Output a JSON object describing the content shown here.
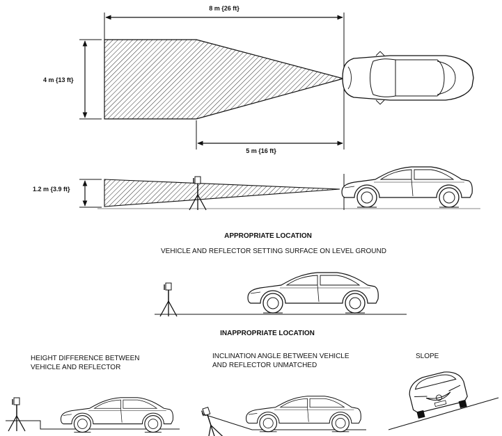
{
  "top_view": {
    "length_label": "8 m {26 ft}",
    "width_label": "4 m {13 ft}",
    "offset_label": "5 m {16 ft}"
  },
  "side_view": {
    "height_label": "1.2 m {3.9 ft}"
  },
  "appropriate": {
    "heading": "APPROPRIATE LOCATION",
    "caption": "VEHICLE AND REFLECTOR SETTING SURFACE ON LEVEL GROUND"
  },
  "inappropriate": {
    "heading": "INAPPROPRIATE LOCATION",
    "case1_line1": "HEIGHT DIFFERENCE BETWEEN",
    "case1_line2": "VEHICLE AND REFLECTOR",
    "case2_line1": "INCLINATION ANGLE BETWEEN VEHICLE",
    "case2_line2": "AND REFLECTOR UNMATCHED",
    "case3": "SLOPE"
  }
}
